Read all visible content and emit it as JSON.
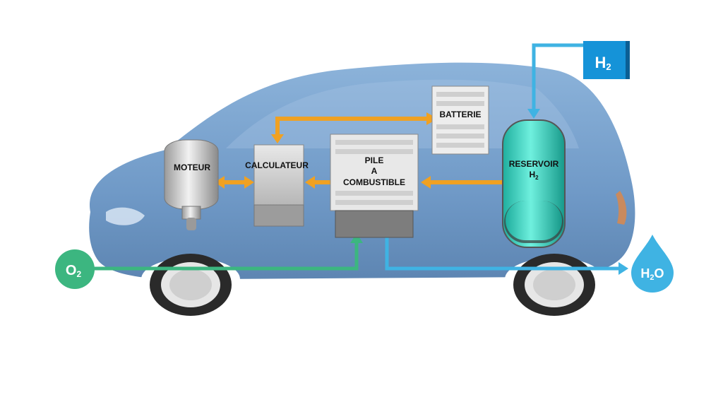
{
  "colors": {
    "car_body": "#6f9ccb",
    "orange_arrow": "#f0a122",
    "blue_line": "#3fb3e3",
    "green_line": "#3cb680",
    "h2_box": "#1593d8",
    "tank": "#2ec8b8"
  },
  "components": {
    "moteur": "MOTEUR",
    "calculateur": "CALCULATEUR",
    "pile": {
      "line1": "PILE",
      "line2": "A",
      "line3": "COMBUSTIBLE"
    },
    "batterie": "BATTERIE",
    "reservoir": {
      "line1": "RESERVOIR",
      "line2": "H",
      "line2_sub": "2"
    }
  },
  "inputs": {
    "h2": {
      "main": "H",
      "sub": "2"
    },
    "o2": {
      "main": "O",
      "sub": "2"
    }
  },
  "output": {
    "h2o": {
      "main": "H",
      "sub": "2",
      "tail": "O"
    }
  }
}
